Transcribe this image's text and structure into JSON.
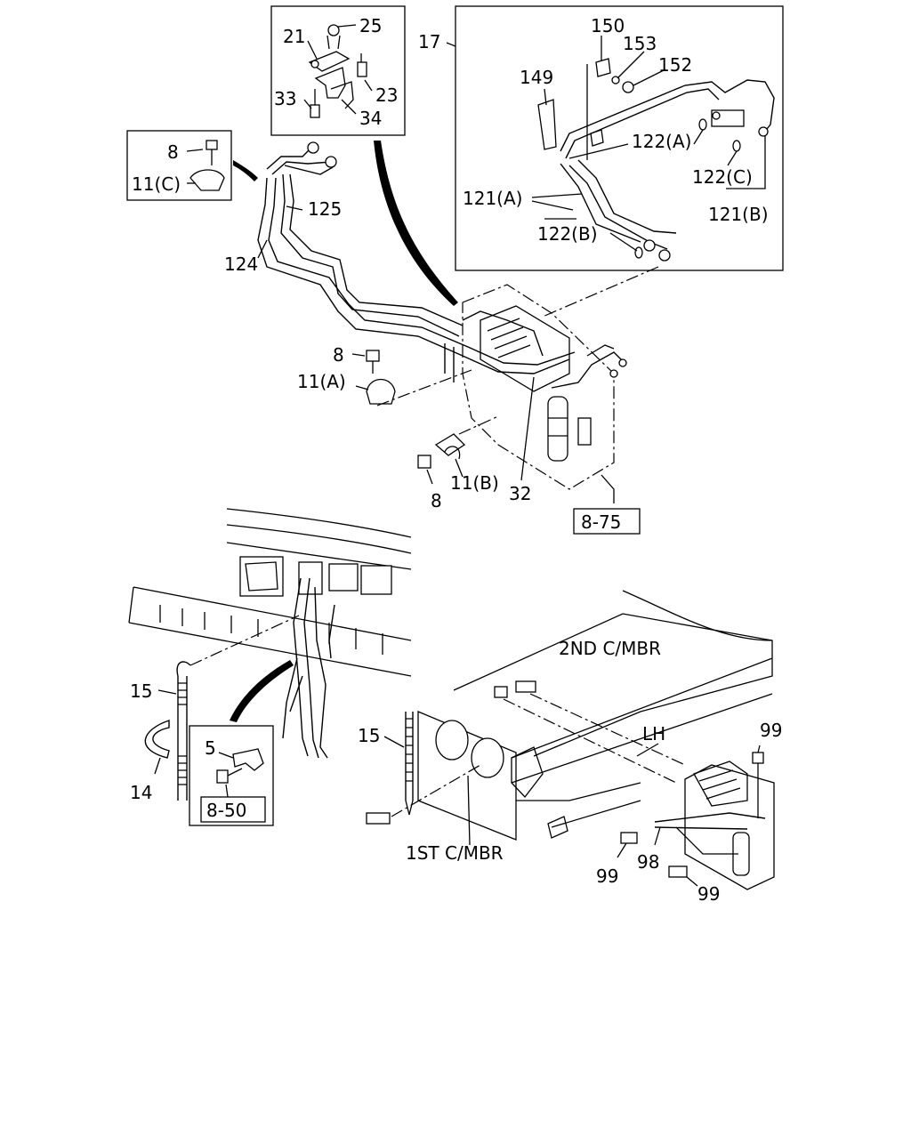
{
  "callouts": {
    "c25": "25",
    "c21": "21",
    "c23": "23",
    "c33": "33",
    "c34": "34",
    "c8a": "8",
    "c11c": "11(C)",
    "c125": "125",
    "c124": "124",
    "c17": "17",
    "c150": "150",
    "c153": "153",
    "c152": "152",
    "c149": "149",
    "c122a": "122(A)",
    "c122c": "122(C)",
    "c121a": "121(A)",
    "c121b": "121(B)",
    "c122b": "122(B)",
    "c8b": "8",
    "c11a": "11(A)",
    "c11b": "11(B)",
    "c8c": "8",
    "c32": "32",
    "c875": "8-75",
    "c2ndmbr": "2ND C/MBR",
    "c15a": "15",
    "c14": "14",
    "c5": "5",
    "c850": "8-50",
    "c15b": "15",
    "c99a": "99",
    "clh": "LH",
    "c1stmbr": "1ST C/MBR",
    "c99b": "99",
    "c98": "98",
    "c99c": "99"
  }
}
